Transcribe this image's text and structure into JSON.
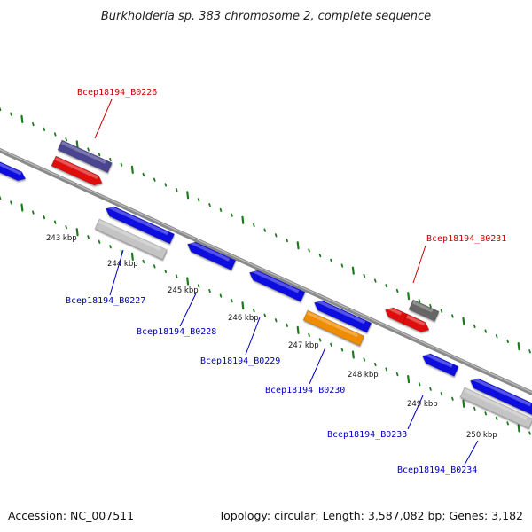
{
  "title": "Burkholderia sp. 383 chromosome 2, complete sequence",
  "footer": {
    "accession": "Accession: NC_007511",
    "summary": "Topology: circular; Length: 3,587,082 bp; Genes: 3,182"
  },
  "colors": {
    "backbone": "#8a8a8a",
    "tick": "#1f7a1f",
    "label_red": "#cc0000",
    "label_blue": "#0000bb",
    "blue": "#1010e0",
    "red": "#e01010",
    "slate": "#4a4590",
    "grey": "#c4c4c4",
    "dark_grey": "#666666",
    "orange": "#f08c00"
  },
  "ticks": [
    "243 kbp",
    "244 kbp",
    "245 kbp",
    "246 kbp",
    "247 kbp",
    "248 kbp",
    "249 kbp",
    "250 kbp"
  ],
  "genes": [
    {
      "label": "",
      "color": "blue"
    },
    {
      "label": "",
      "color": "slate"
    },
    {
      "label": "Bcep18194_B0226",
      "color": "red"
    },
    {
      "label": "",
      "color": "blue"
    },
    {
      "label": "Bcep18194_B0227",
      "color": "grey"
    },
    {
      "label": "Bcep18194_B0228",
      "color": "blue"
    },
    {
      "label": "Bcep18194_B0229",
      "color": "blue"
    },
    {
      "label": "",
      "color": "blue"
    },
    {
      "label": "Bcep18194_B0230",
      "color": "orange"
    },
    {
      "label": "",
      "color": "dark_grey"
    },
    {
      "label": "Bcep18194_B0231",
      "color": "red"
    },
    {
      "label": "",
      "color": "red"
    },
    {
      "label": "Bcep18194_B0233",
      "color": "blue"
    },
    {
      "label": "",
      "color": "blue"
    },
    {
      "label": "Bcep18194_B0234",
      "color": "grey"
    }
  ]
}
